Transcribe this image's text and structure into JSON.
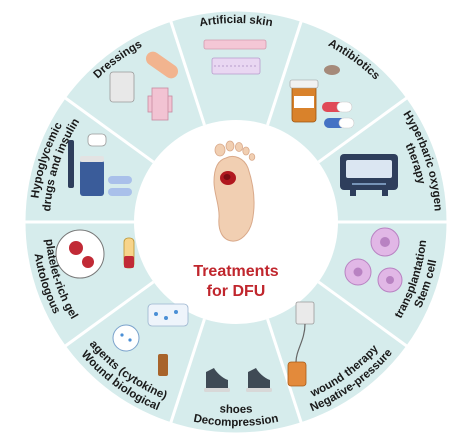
{
  "center": {
    "title_line1": "Treatments",
    "title_line2": "for DFU"
  },
  "segments": [
    {
      "id": "artificial-skin",
      "lines": [
        "Artificial skin"
      ]
    },
    {
      "id": "antibiotics",
      "lines": [
        "Antibiotics"
      ]
    },
    {
      "id": "hyperbaric-oxygen",
      "lines": [
        "Hyperbaric oxygen",
        "therapy"
      ]
    },
    {
      "id": "stem-cell",
      "lines": [
        "Stem cell",
        "transplantation"
      ]
    },
    {
      "id": "negative-pressure",
      "lines": [
        "Negative-pressure",
        "wound therapy"
      ]
    },
    {
      "id": "decompression-shoes",
      "lines": [
        "Decompression",
        "shoes"
      ]
    },
    {
      "id": "wound-biological-agents",
      "lines": [
        "Wound biological",
        "agents (cytokine)"
      ]
    },
    {
      "id": "prp-gel",
      "lines": [
        "Autologous",
        "platelet-rich gel"
      ]
    },
    {
      "id": "hypoglycemic-drugs",
      "lines": [
        "Hypoglycemic",
        "drugs and insulin"
      ]
    },
    {
      "id": "dressings",
      "lines": [
        "Dressings"
      ]
    }
  ],
  "colors": {
    "segment_fill": "#d6ecec",
    "divider": "#ffffff",
    "center_fill": "#ffffff",
    "title": "#c0262d",
    "skin": "#f1cfb2",
    "wound": "#b1181f"
  }
}
